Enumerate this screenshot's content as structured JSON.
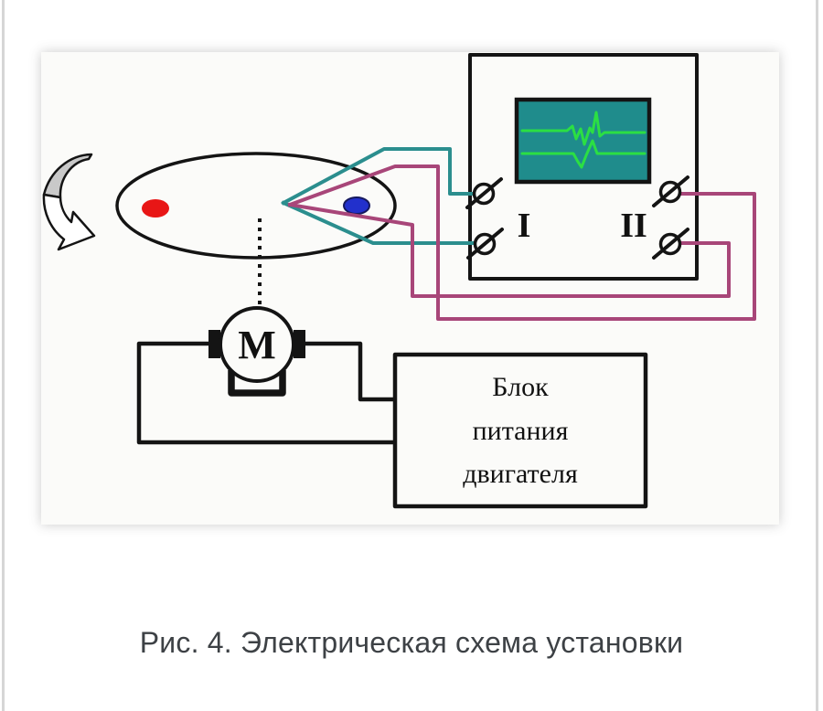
{
  "page": {
    "caption": "Рис. 4. Электрическая схема установки"
  },
  "diagram": {
    "oscilloscope": {
      "channel1_label": "I",
      "channel2_label": "II"
    },
    "motor": {
      "label": "М"
    },
    "power_supply": {
      "line1": "Блок",
      "line2": "питания",
      "line3": "двигателя"
    }
  },
  "colors": {
    "wire_teal": "#2b8e8e",
    "wire_magenta": "#a84679",
    "screen_bg": "#1f8c8c",
    "trace_green": "#2bdf43",
    "dot_red": "#e81616",
    "dot_blue": "#2230cc",
    "dot_blue_edge": "#15195e",
    "line_black": "#141414",
    "arrow_gray": "#c9c9c9",
    "panel_bg": "#fbfbf9",
    "caption_color": "#3d4145",
    "page_border": "#d6d6d6"
  }
}
